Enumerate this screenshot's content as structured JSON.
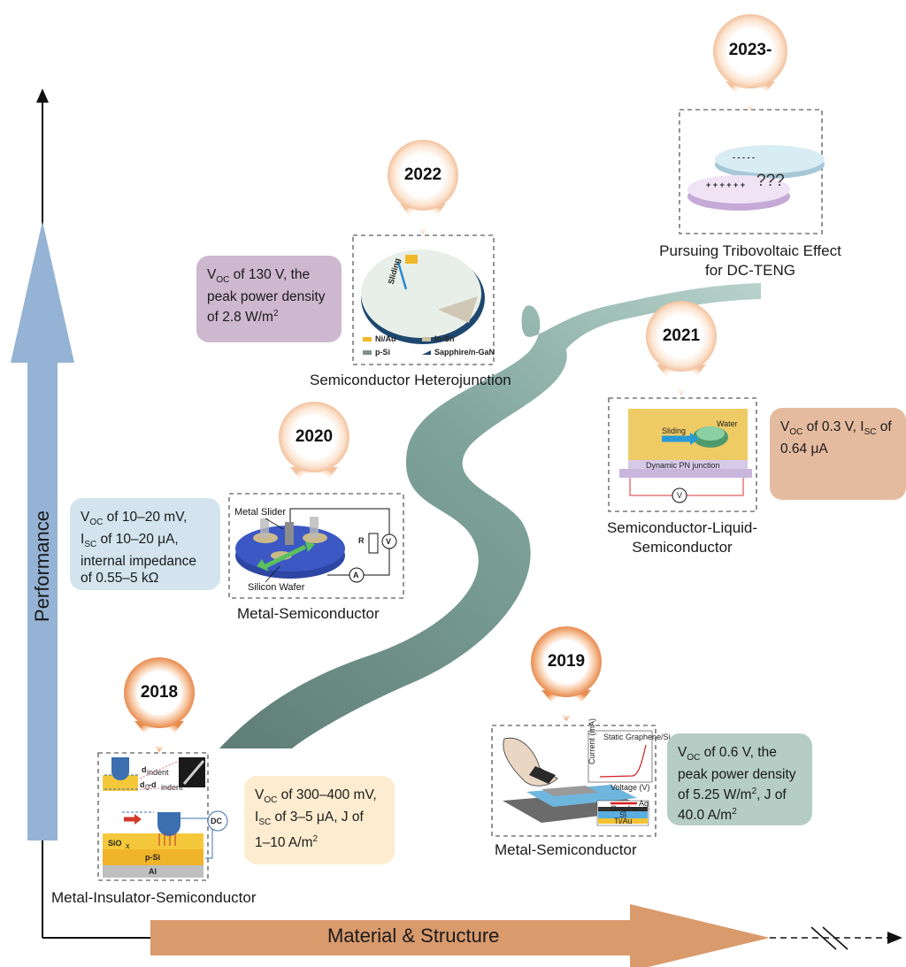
{
  "axes": {
    "y_label": "Performance",
    "x_label": "Material & Structure"
  },
  "colors": {
    "y_arrow": "#95b3d4",
    "x_arrow": "#d99a6c",
    "path": "#6e8f87",
    "bubble": "#f0a57a"
  },
  "milestones": [
    {
      "year": "2018",
      "structure": "Metal-Insulator-Semiconductor",
      "performance": {
        "lines": [
          "V|OC| of 300–400 mV,",
          "I|SC| of 3–5 μA, J of",
          "1–10 A/m|2"
        ],
        "color": "#fdecd0"
      },
      "panel_labels": [
        "d",
        "indent",
        "d",
        "0",
        "-d",
        "indent",
        "SiO",
        "x",
        "p-Si",
        "Al",
        "DC"
      ]
    },
    {
      "year": "2019",
      "structure": "Metal-Semiconductor",
      "performance": {
        "lines": [
          "V|OC| of 0.6 V, the",
          "peak power density",
          "of 5.25 W/m|2|, J of",
          "40.0 A/m|2"
        ],
        "color": "#b5cdc4"
      },
      "panel_labels": [
        "Static Graphene/Si",
        "Current (mA)",
        "Voltage (V)",
        "Ag",
        "Graphene",
        "Si",
        "Ti/Au"
      ]
    },
    {
      "year": "2020",
      "structure": "Metal-Semiconductor",
      "performance": {
        "lines": [
          "V|OC| of 10–20 mV,",
          "I|SC| of 10–20 μA,",
          "internal impedance",
          "of 0.55–5 kΩ"
        ],
        "color": "#d3e4ee"
      },
      "panel_labels": [
        "Metal Slider",
        "Silicon Wafer",
        "R",
        "V",
        "A"
      ]
    },
    {
      "year": "2021",
      "structure": "Semiconductor-Liquid-Semiconductor",
      "structure_lines": [
        "Semiconductor-Liquid-",
        "Semiconductor"
      ],
      "performance": {
        "lines": [
          "V|OC| of 0.3 V, I|SC| of",
          "0.64 μA"
        ],
        "color": "#e5bb9f"
      },
      "panel_labels": [
        "Water",
        "Sliding",
        "Dynamic PN junction",
        "V"
      ]
    },
    {
      "year": "2022",
      "structure": "Semiconductor Heterojunction",
      "performance": {
        "lines": [
          "V|OC| of 130 V, the",
          "peak power density",
          "of 2.8 W/m|2"
        ],
        "color": "#cdb8cf"
      },
      "panel_labels": [
        "Sliding",
        "Ni/Au",
        "In-Sn",
        "p-Si",
        "Sapphire/n-GaN"
      ]
    },
    {
      "year": "2023-",
      "structure": "Pursuing Tribovoltaic Effect for DC-TENG",
      "structure_lines": [
        "Pursuing Tribovoltaic Effect",
        "for DC-TENG"
      ],
      "panel_labels": [
        "???"
      ]
    }
  ]
}
